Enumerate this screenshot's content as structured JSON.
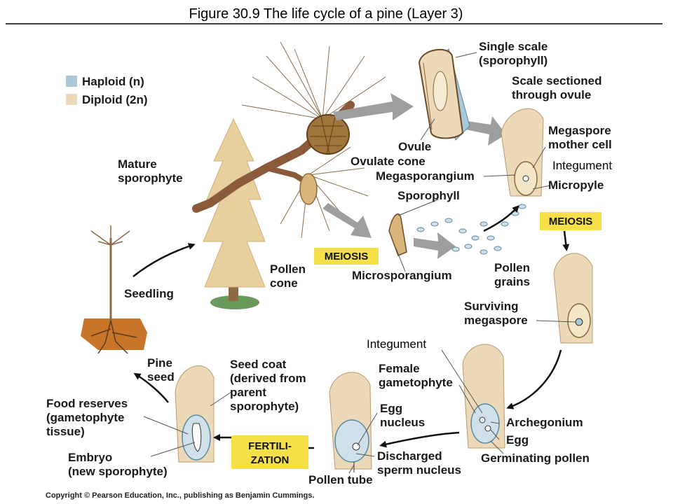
{
  "title": "Figure 30.9  The life cycle of a pine (Layer 3)",
  "legend": {
    "items": [
      {
        "label": "Haploid (n)",
        "color": "#a9c7d6"
      },
      {
        "label": "Diploid (2n)",
        "color": "#ecd9b8"
      }
    ]
  },
  "labels": {
    "single_scale_1": "Single scale",
    "single_scale_2": "(sporophyll)",
    "scale_sectioned_1": "Scale sectioned",
    "scale_sectioned_2": "through ovule",
    "ovule": "Ovule",
    "ovulate_cone": "Ovulate cone",
    "megasporangium": "Megasporangium",
    "megaspore_mother_1": "Megaspore",
    "megaspore_mother_2": "mother cell",
    "integument_top": "Integument",
    "micropyle": "Micropyle",
    "sporophyll": "Sporophyll",
    "mature_sporophyte_1": "Mature",
    "mature_sporophyte_2": "sporophyte",
    "pollen_cone_1": "Pollen",
    "pollen_cone_2": "cone",
    "microsporangium": "Microsporangium",
    "pollen_grains_1": "Pollen",
    "pollen_grains_2": "grains",
    "seedling": "Seedling",
    "surviving_megaspore_1": "Surviving",
    "surviving_megaspore_2": "megaspore",
    "integument_mid": "Integument",
    "pine_seed_1": "Pine",
    "pine_seed_2": "seed",
    "seed_coat_1": "Seed coat",
    "seed_coat_2": "(derived from",
    "seed_coat_3": "parent",
    "seed_coat_4": "sporophyte)",
    "female_gametophyte_1": "Female",
    "female_gametophyte_2": "gametophyte",
    "food_reserves_1": "Food reserves",
    "food_reserves_2": "(gametophyte",
    "food_reserves_3": "tissue)",
    "egg_nucleus_1": "Egg",
    "egg_nucleus_2": "nucleus",
    "archegonium": "Archegonium",
    "egg": "Egg",
    "embryo_1": "Embryo",
    "embryo_2": "(new sporophyte)",
    "discharged_1": "Discharged",
    "discharged_2": "sperm nucleus",
    "germinating_pollen": "Germinating pollen",
    "pollen_tube": "Pollen tube"
  },
  "badges": {
    "meiosis_left": "MEIOSIS",
    "meiosis_right": "MEIOSIS",
    "fertilization_1": "FERTILI-",
    "fertilization_2": "ZATION"
  },
  "colors": {
    "badge": "#f6e04a",
    "diploid": "#ecd9b8",
    "haploid": "#a9c7d6",
    "cone": "#8a6a3a",
    "soil": "#c8752a"
  },
  "copyright": "Copyright © Pearson Education, Inc., publishing as Benjamin Cummings."
}
